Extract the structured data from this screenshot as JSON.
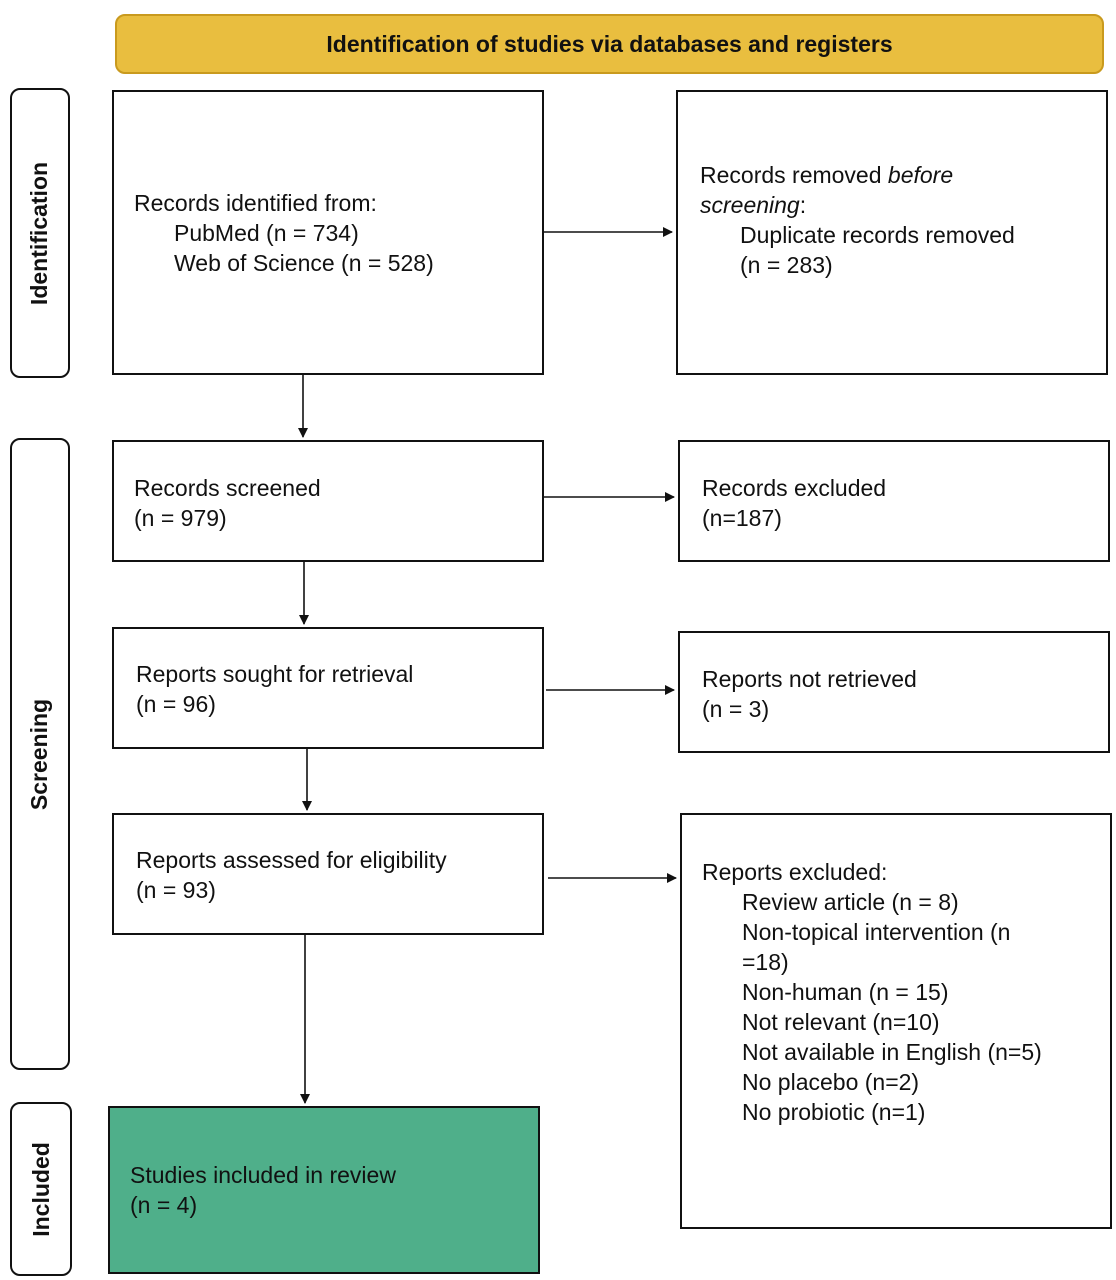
{
  "header": {
    "title": "Identification of studies via databases and registers"
  },
  "phases": {
    "identification": "Identification",
    "screening": "Screening",
    "included": "Included"
  },
  "identified": {
    "line1": "Records identified from:",
    "line2": "PubMed (n = 734)",
    "line3": "Web of Science (n = 528)"
  },
  "removed": {
    "line1_plain": "Records removed ",
    "line1_italic": "before",
    "line2_italic": "screening",
    "line2_tail": ":",
    "line3": "Duplicate records removed",
    "line4": "(n = 283)"
  },
  "screened": {
    "label": "Records screened",
    "count": "(n = 979)"
  },
  "excluded": {
    "label": "Records excluded",
    "count": "(n=187)"
  },
  "sought": {
    "label": "Reports sought for retrieval",
    "count": "(n = 96)"
  },
  "not_retrieved": {
    "label": "Reports not retrieved",
    "count": "(n = 3)"
  },
  "assessed": {
    "label": "Reports assessed for eligibility",
    "count": "(n = 93)"
  },
  "reports_excluded": {
    "label": "Reports excluded:",
    "items": [
      "Review article (n = 8)",
      "Non-topical intervention (n",
      "=18)",
      "Non-human (n = 15)",
      "Not relevant (n=10)",
      "Not available in English (n=5)",
      "No placebo (n=2)",
      "No probiotic (n=1)"
    ]
  },
  "included": {
    "label": "Studies included in review",
    "count": "(n = 4)"
  },
  "colors": {
    "header": "#E9BE3F",
    "included": "#4FAF8A"
  }
}
